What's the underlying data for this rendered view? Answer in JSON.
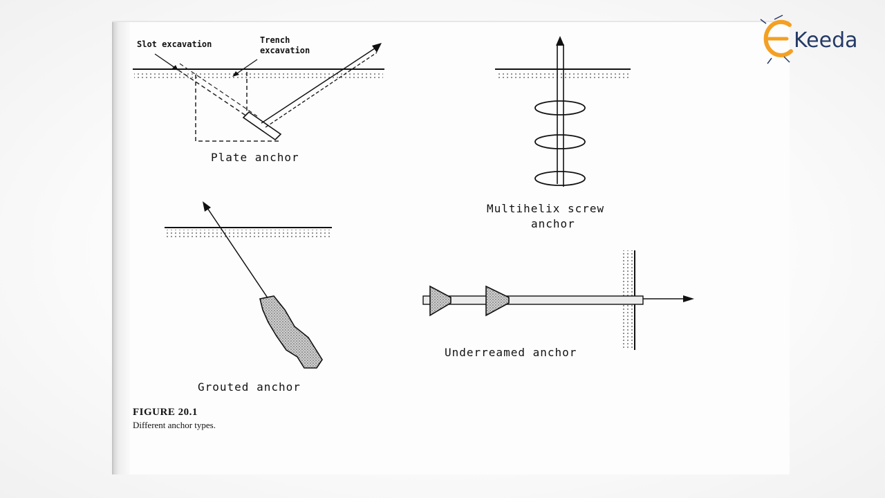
{
  "logo": {
    "text": "Keeda",
    "accent_color": "#f4a023",
    "text_color": "#243a66"
  },
  "labels": {
    "slot_excavation": "Slot excavation",
    "trench_line1": "Trench",
    "trench_line2": "excavation",
    "plate_anchor": "Plate anchor",
    "multihelix_line1": "Multihelix screw",
    "multihelix_line2": "anchor",
    "grouted_anchor": "Grouted anchor",
    "underreamed_anchor": "Underreamed anchor"
  },
  "caption": {
    "title": "FIGURE 20.1",
    "subtitle": "Different anchor types."
  }
}
